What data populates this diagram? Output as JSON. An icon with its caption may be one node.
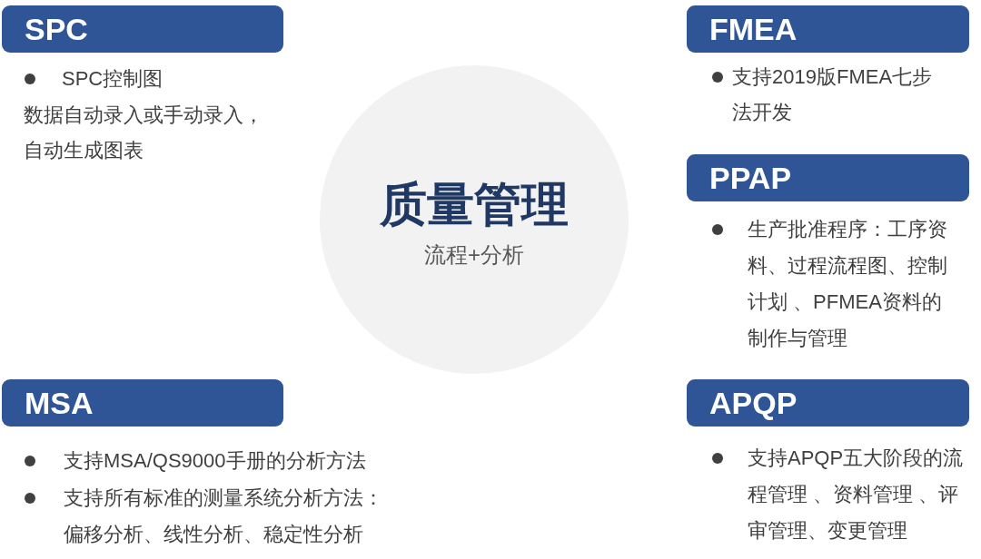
{
  "diagram": {
    "nodes": [
      {
        "text": [
          "SPC"
        ],
        "beside": [
          "SPC控制图",
          "数据自动录入或手动录入，自动生成图表"
        ]
      },
      {
        "text": [
          "FMEA"
        ],
        "beside": [
          "支持2019版FMEA七步法开发"
        ]
      },
      {
        "text": [
          "质量管理",
          "流程+分析"
        ]
      },
      {
        "text": [
          "PPAP"
        ],
        "beside": [
          "生产批准程序：工序资料、过程流程图、控制计划 、PFMEA资料的制作与管理"
        ]
      },
      {
        "text": [
          "MSA"
        ],
        "beside": [
          "支持MSA/QS9000手册的分析方法",
          "支持所有标准的测量系统分析方法：偏移分析、线性分析、稳定性分析"
        ]
      },
      {
        "text": [
          "APQP"
        ],
        "beside": [
          "支持APQP五大阶段的流程管理 、资料管理 、评审管理、变更管理"
        ]
      }
    ]
  }
}
